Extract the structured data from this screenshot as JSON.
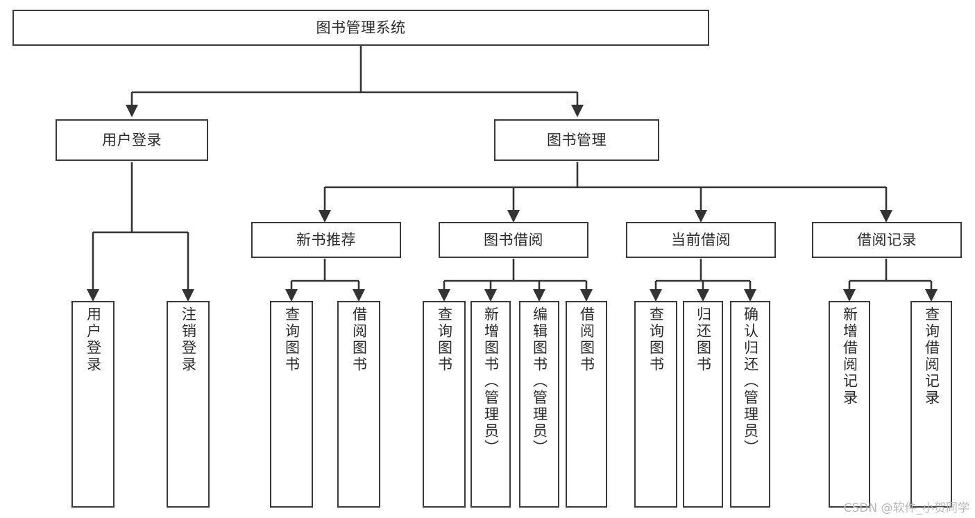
{
  "diagram": {
    "title": "图书管理系统",
    "type": "tree-hierarchy",
    "watermark": "CSDN @软件_小贺同学",
    "colors": {
      "box_border": "#3a3a3a",
      "box_fill": "#ffffff",
      "edge": "#333333",
      "text": "#2b2b2b",
      "watermark": "#b9b9b9",
      "background": "#ffffff"
    },
    "nodes": {
      "root": {
        "label": "图书管理系统",
        "level": 1,
        "orientation": "horizontal"
      },
      "user_login": {
        "label": "用户登录",
        "level": 2,
        "orientation": "horizontal"
      },
      "book_manage": {
        "label": "图书管理",
        "level": 2,
        "orientation": "horizontal"
      },
      "new_book_rec": {
        "label": "新书推荐",
        "level": 3,
        "orientation": "horizontal"
      },
      "book_borrow": {
        "label": "图书借阅",
        "level": 3,
        "orientation": "horizontal"
      },
      "current_borrow": {
        "label": "当前借阅",
        "level": 3,
        "orientation": "horizontal"
      },
      "borrow_record": {
        "label": "借阅记录",
        "level": 3,
        "orientation": "horizontal"
      },
      "leaf_user_login": {
        "label": "用户登录",
        "level": 4,
        "orientation": "vertical"
      },
      "leaf_logout": {
        "label": "注销登录",
        "level": 4,
        "orientation": "vertical"
      },
      "leaf_query_book_1": {
        "label": "查询图书",
        "level": 4,
        "orientation": "vertical"
      },
      "leaf_borrow_book_1": {
        "label": "借阅图书",
        "level": 4,
        "orientation": "vertical"
      },
      "leaf_query_book_2": {
        "label": "查询图书",
        "level": 4,
        "orientation": "vertical"
      },
      "leaf_add_book": {
        "label": "新增图书（管理员）",
        "level": 4,
        "orientation": "vertical"
      },
      "leaf_edit_book": {
        "label": "编辑图书（管理员）",
        "level": 4,
        "orientation": "vertical"
      },
      "leaf_borrow_book_2": {
        "label": "借阅图书",
        "level": 4,
        "orientation": "vertical"
      },
      "leaf_query_book_3": {
        "label": "查询图书",
        "level": 4,
        "orientation": "vertical"
      },
      "leaf_return_book": {
        "label": "归还图书",
        "level": 4,
        "orientation": "vertical"
      },
      "leaf_confirm_return": {
        "label": "确认归还（管理员）",
        "level": 4,
        "orientation": "vertical"
      },
      "leaf_add_record": {
        "label": "新增借阅记录",
        "level": 4,
        "orientation": "vertical"
      },
      "leaf_query_record": {
        "label": "查询借阅记录",
        "level": 4,
        "orientation": "vertical"
      }
    },
    "edges": [
      {
        "from": "root",
        "to": "user_login"
      },
      {
        "from": "root",
        "to": "book_manage"
      },
      {
        "from": "user_login",
        "to": "leaf_user_login"
      },
      {
        "from": "user_login",
        "to": "leaf_logout"
      },
      {
        "from": "book_manage",
        "to": "new_book_rec"
      },
      {
        "from": "book_manage",
        "to": "book_borrow"
      },
      {
        "from": "book_manage",
        "to": "current_borrow"
      },
      {
        "from": "book_manage",
        "to": "borrow_record"
      },
      {
        "from": "new_book_rec",
        "to": "leaf_query_book_1"
      },
      {
        "from": "new_book_rec",
        "to": "leaf_borrow_book_1"
      },
      {
        "from": "book_borrow",
        "to": "leaf_query_book_2"
      },
      {
        "from": "book_borrow",
        "to": "leaf_add_book"
      },
      {
        "from": "book_borrow",
        "to": "leaf_edit_book"
      },
      {
        "from": "book_borrow",
        "to": "leaf_borrow_book_2"
      },
      {
        "from": "current_borrow",
        "to": "leaf_query_book_3"
      },
      {
        "from": "current_borrow",
        "to": "leaf_return_book"
      },
      {
        "from": "current_borrow",
        "to": "leaf_confirm_return"
      },
      {
        "from": "borrow_record",
        "to": "leaf_add_record"
      },
      {
        "from": "borrow_record",
        "to": "leaf_query_record"
      }
    ]
  }
}
